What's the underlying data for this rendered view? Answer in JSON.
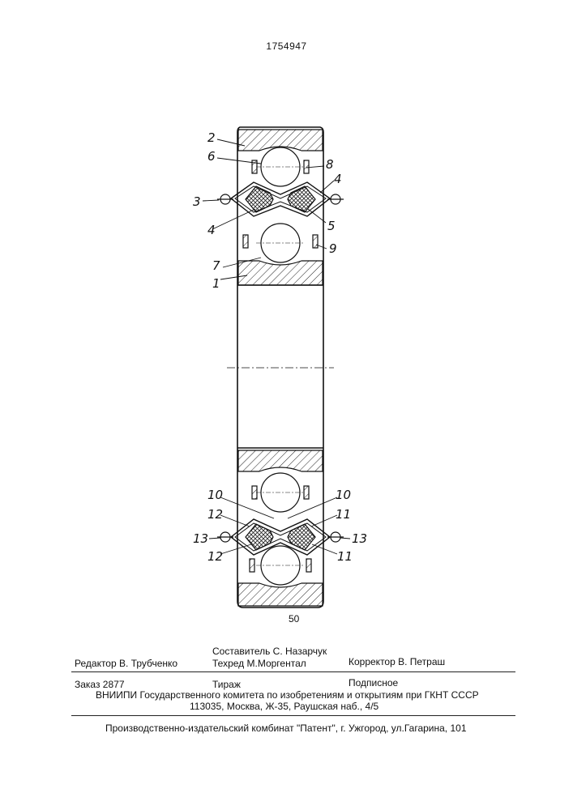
{
  "header": {
    "patent_number": "1754947"
  },
  "figure": {
    "labels": {
      "l1": "1",
      "l2": "2",
      "l3": "3",
      "l4a": "4",
      "l4b": "4",
      "l5": "5",
      "l6": "6",
      "l7": "7",
      "l8": "8",
      "l9": "9",
      "l10a": "10",
      "l10b": "10",
      "l11a": "11",
      "l11b": "11",
      "l12a": "12",
      "l12b": "12",
      "l13a": "13",
      "l13b": "13"
    }
  },
  "page_number": "50",
  "imprint": {
    "editor": "Редактор  В. Трубченко",
    "compiler": "Составитель  С. Назарчук",
    "techred": "Техред М.Моргентал",
    "corrector": "Корректор  В. Петраш",
    "order": "Заказ 2877",
    "circulation": "Тираж",
    "subscription": "Подписное",
    "institute": "ВНИИПИ Государственного комитета по изобретениям и открытиям при ГКНТ СССР",
    "address": "113035, Москва, Ж-35, Раушская наб., 4/5",
    "publisher": "Производственно-издательский комбинат \"Патент\", г. Ужгород, ул.Гагарина, 101"
  }
}
